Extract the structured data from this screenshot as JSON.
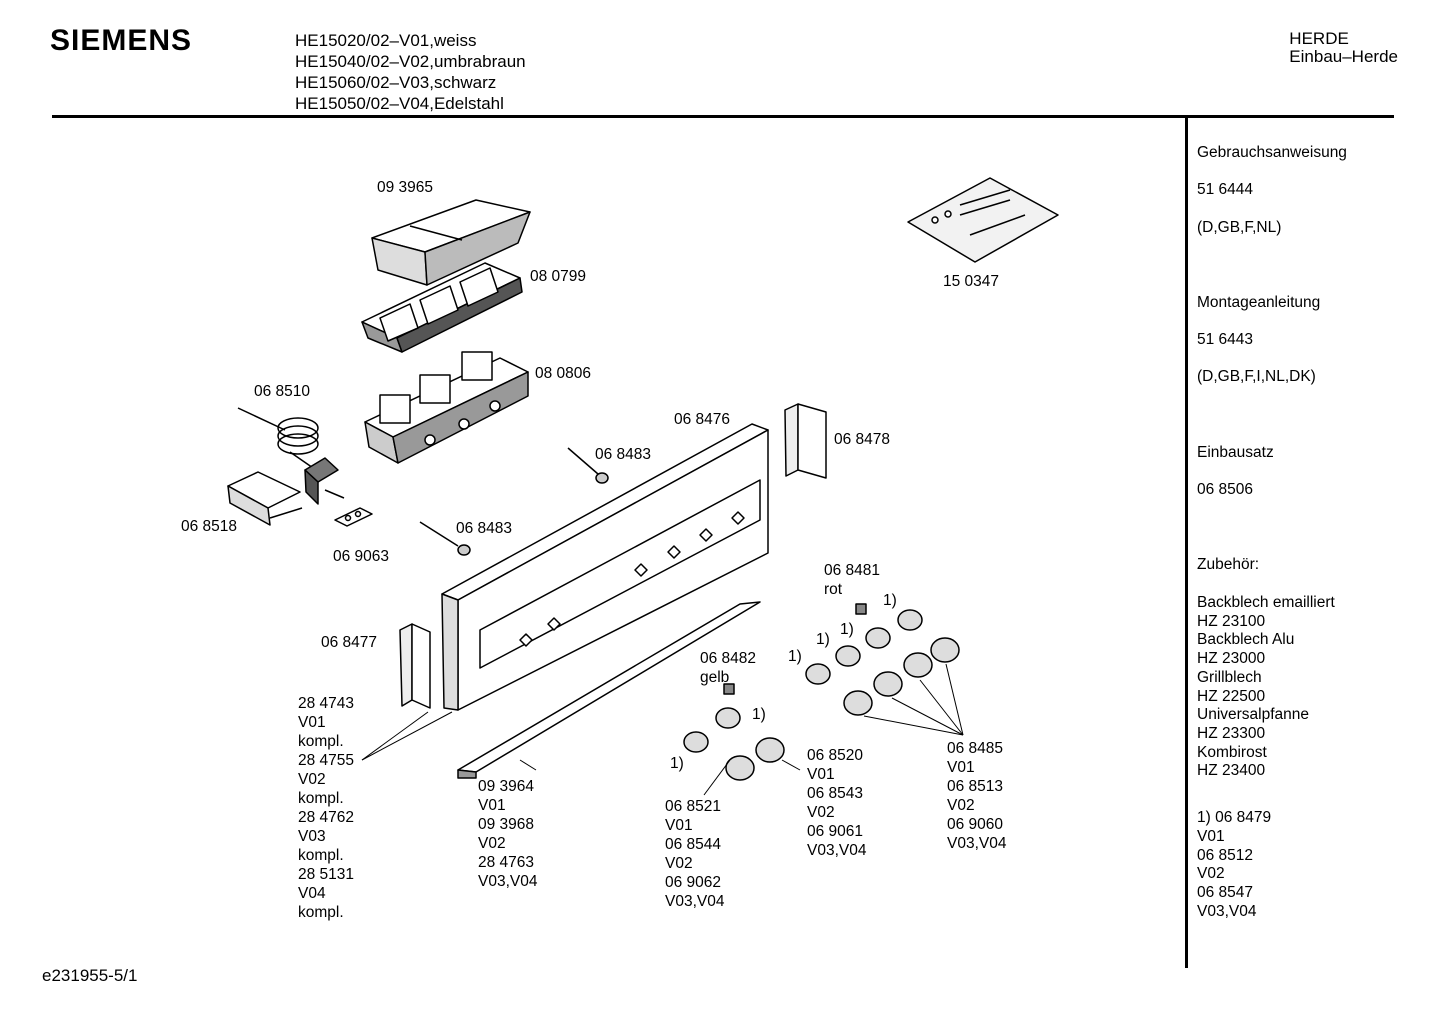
{
  "header": {
    "brand": "SIEMENS",
    "models": [
      "HE15020/02–V01,weiss",
      "HE15040/02–V02,umbrabraun",
      "HE15060/02–V03,schwarz",
      "HE15050/02–V04,Edelstahl"
    ],
    "category": "HERDE",
    "subcategory": "Einbau–Herde"
  },
  "sidebar": {
    "manual_label": "Gebrauchsanweisung",
    "manual_num": "51 6444",
    "manual_langs": "(D,GB,F,NL)",
    "install_label": "Montageanleitung",
    "install_num": "51 6443",
    "install_langs": "(D,GB,F,I,NL,DK)",
    "kit_label": "Einbausatz",
    "kit_num": "06 8506",
    "accessories_label": "Zubehör:",
    "accessories": "Backblech emailliert\nHZ 23100\nBackblech Alu\nHZ 23000\nGrillblech\nHZ 22500\nUniversalpfanne\nHZ 23300\nKombirost\nHZ 23400",
    "footnote": "1)  06 8479\n      V01\n      06 8512\n      V02\n      06 8547\n      V03,V04"
  },
  "labels": {
    "p093965": "09 3965",
    "p080799": "08 0799",
    "p080806": "08 0806",
    "p150347": "15 0347",
    "p068510": "06 8510",
    "p068476": "06 8476",
    "p068478": "06 8478",
    "p068483a": "06 8483",
    "p068483b": "06 8483",
    "p068518": "06 8518",
    "p069063": "06 9063",
    "p068481": "06 8481",
    "rot": "rot",
    "p068477": "06 8477",
    "p068482": "06 8482",
    "gelb": "gelb",
    "fn": "1)",
    "left_block": [
      "28 4743",
      "V01",
      "kompl.",
      "28 4755",
      "V02",
      "kompl.",
      "28 4762",
      "V03",
      "kompl.",
      "28 5131",
      "V04",
      "kompl."
    ],
    "strip_block": [
      "09 3964",
      "V01",
      "09 3968",
      "V02",
      "28 4763",
      "V03,V04"
    ],
    "knob_a_block": [
      "06 8521",
      "V01",
      "06 8544",
      "V02",
      "06 9062",
      "V03,V04"
    ],
    "knob_b_block": [
      "06 8520",
      "V01",
      "06 8543",
      "V02",
      "06 9061",
      "V03,V04"
    ],
    "knob_c_block": [
      "06 8485",
      "V01",
      "06 8513",
      "V02",
      "06 9060",
      "V03,V04"
    ]
  },
  "footer": {
    "doc_id": "e231955-5/1"
  }
}
